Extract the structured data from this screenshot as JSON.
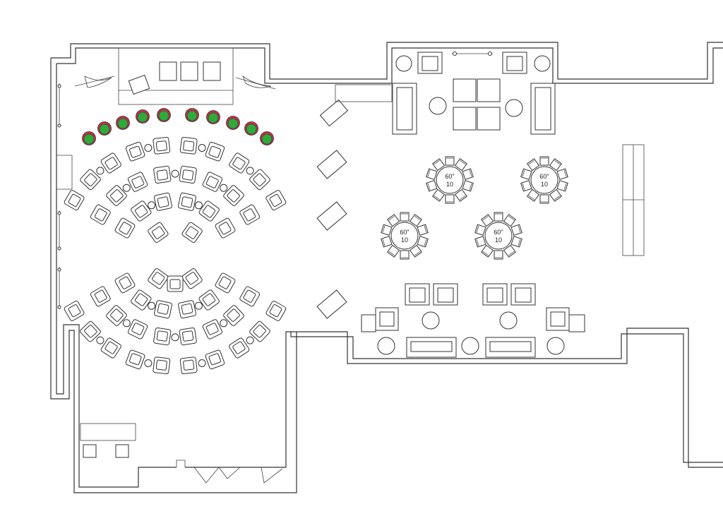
{
  "floor_plan": {
    "round_tables": [
      {
        "size_label": "60\"",
        "seats_label": "10"
      },
      {
        "size_label": "60\"",
        "seats_label": "10"
      },
      {
        "size_label": "60\"",
        "seats_label": "10"
      },
      {
        "size_label": "60\"",
        "seats_label": "10"
      }
    ],
    "colors": {
      "wall": "#333333",
      "furniture": "#ffffff",
      "accent_chair_fill": "#2eaa3a",
      "accent_chair_rim": "#c0304a"
    },
    "icons": {
      "lounge_chair": "lounge-chair-icon",
      "accent_chair": "accent-chair-icon",
      "banquet_chair": "banquet-chair-icon",
      "side_table": "side-table-icon",
      "sofa": "sofa-icon",
      "screen": "projection-screen-icon"
    }
  }
}
